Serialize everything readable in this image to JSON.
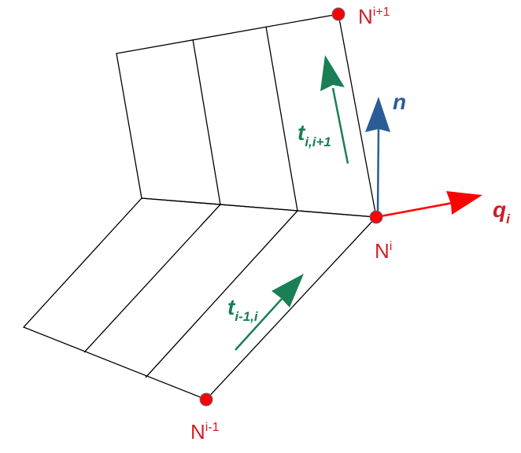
{
  "colors": {
    "edge": "#000000",
    "node": "#ff0000",
    "tangent": "#1a7f55",
    "normal": "#2a5d97",
    "q": "#ff0000",
    "node_label": "#d21f26",
    "q_label": "#c8202a"
  },
  "nodes": {
    "top": {
      "base": "N",
      "sup": "i+1"
    },
    "mid": {
      "base": "N",
      "sup": "i"
    },
    "bottom": {
      "base": "N",
      "sup": "i-1"
    }
  },
  "vectors": {
    "t_upper": {
      "base": "t",
      "sub": "i,i+1"
    },
    "t_lower": {
      "base": "t",
      "sub": "i-1,i"
    },
    "normal": {
      "base": "n"
    },
    "q": {
      "base": "q",
      "sub": "i"
    }
  }
}
